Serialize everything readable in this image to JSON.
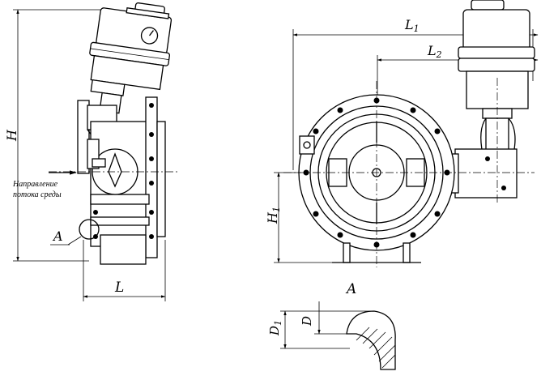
{
  "labels": {
    "H": "H",
    "L": "L",
    "A_left": "A",
    "flow_line1": "Направление",
    "flow_line2": "потока среды",
    "L1": "L1",
    "L2": "L2",
    "H1": "H1",
    "A_detail": "A",
    "D1": "D1",
    "D": "D"
  },
  "icons": {
    "flow_arrow": "arrow-right-icon"
  }
}
